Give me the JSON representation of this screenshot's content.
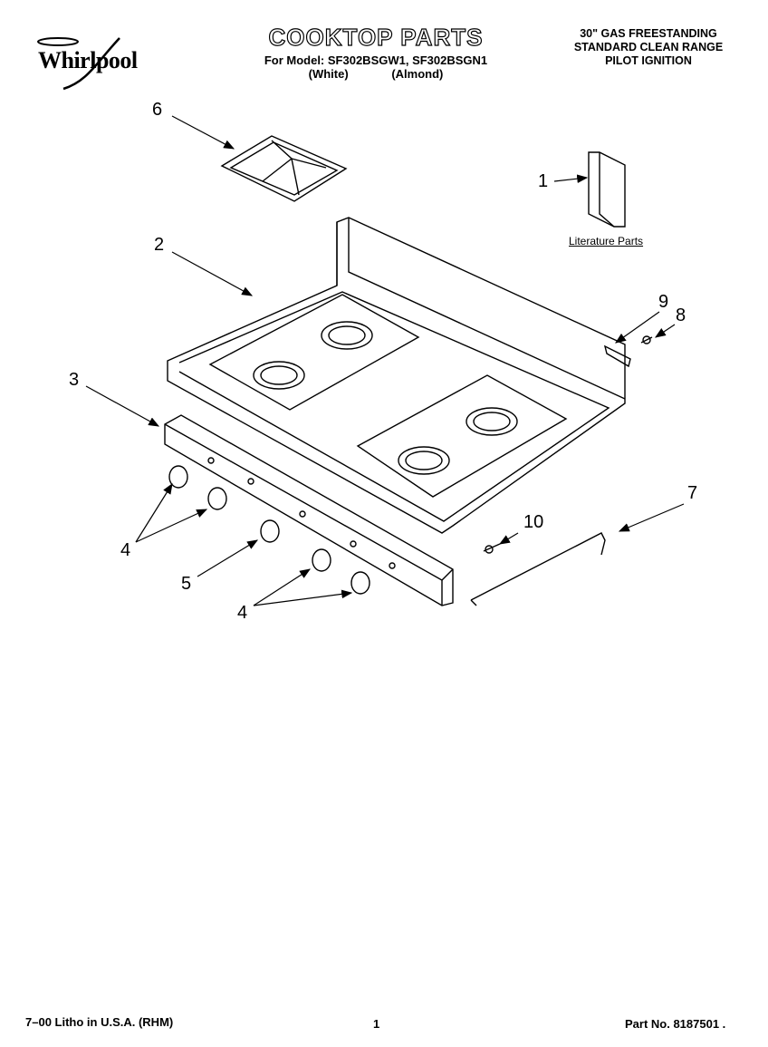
{
  "brand": "Whirlpool",
  "header": {
    "title": "COOKTOP PARTS",
    "model_line": "For Model: SF302BSGW1, SF302BSGN1",
    "variant_white": "(White)",
    "variant_almond": "(Almond)",
    "range_type_1": "30\" GAS FREESTANDING",
    "range_type_2": "STANDARD CLEAN RANGE",
    "range_type_3": "PILOT IGNITION"
  },
  "literature_label": "Literature Parts",
  "callouts": {
    "c1": "1",
    "c2": "2",
    "c3": "3",
    "c4a": "4",
    "c4b": "4",
    "c5": "5",
    "c6": "6",
    "c7": "7",
    "c8": "8",
    "c9": "9",
    "c10": "10"
  },
  "footer": {
    "left": "7–00 Litho in U.S.A. (RHM)",
    "page": "1",
    "part_no": "Part No. 8187501 ."
  }
}
